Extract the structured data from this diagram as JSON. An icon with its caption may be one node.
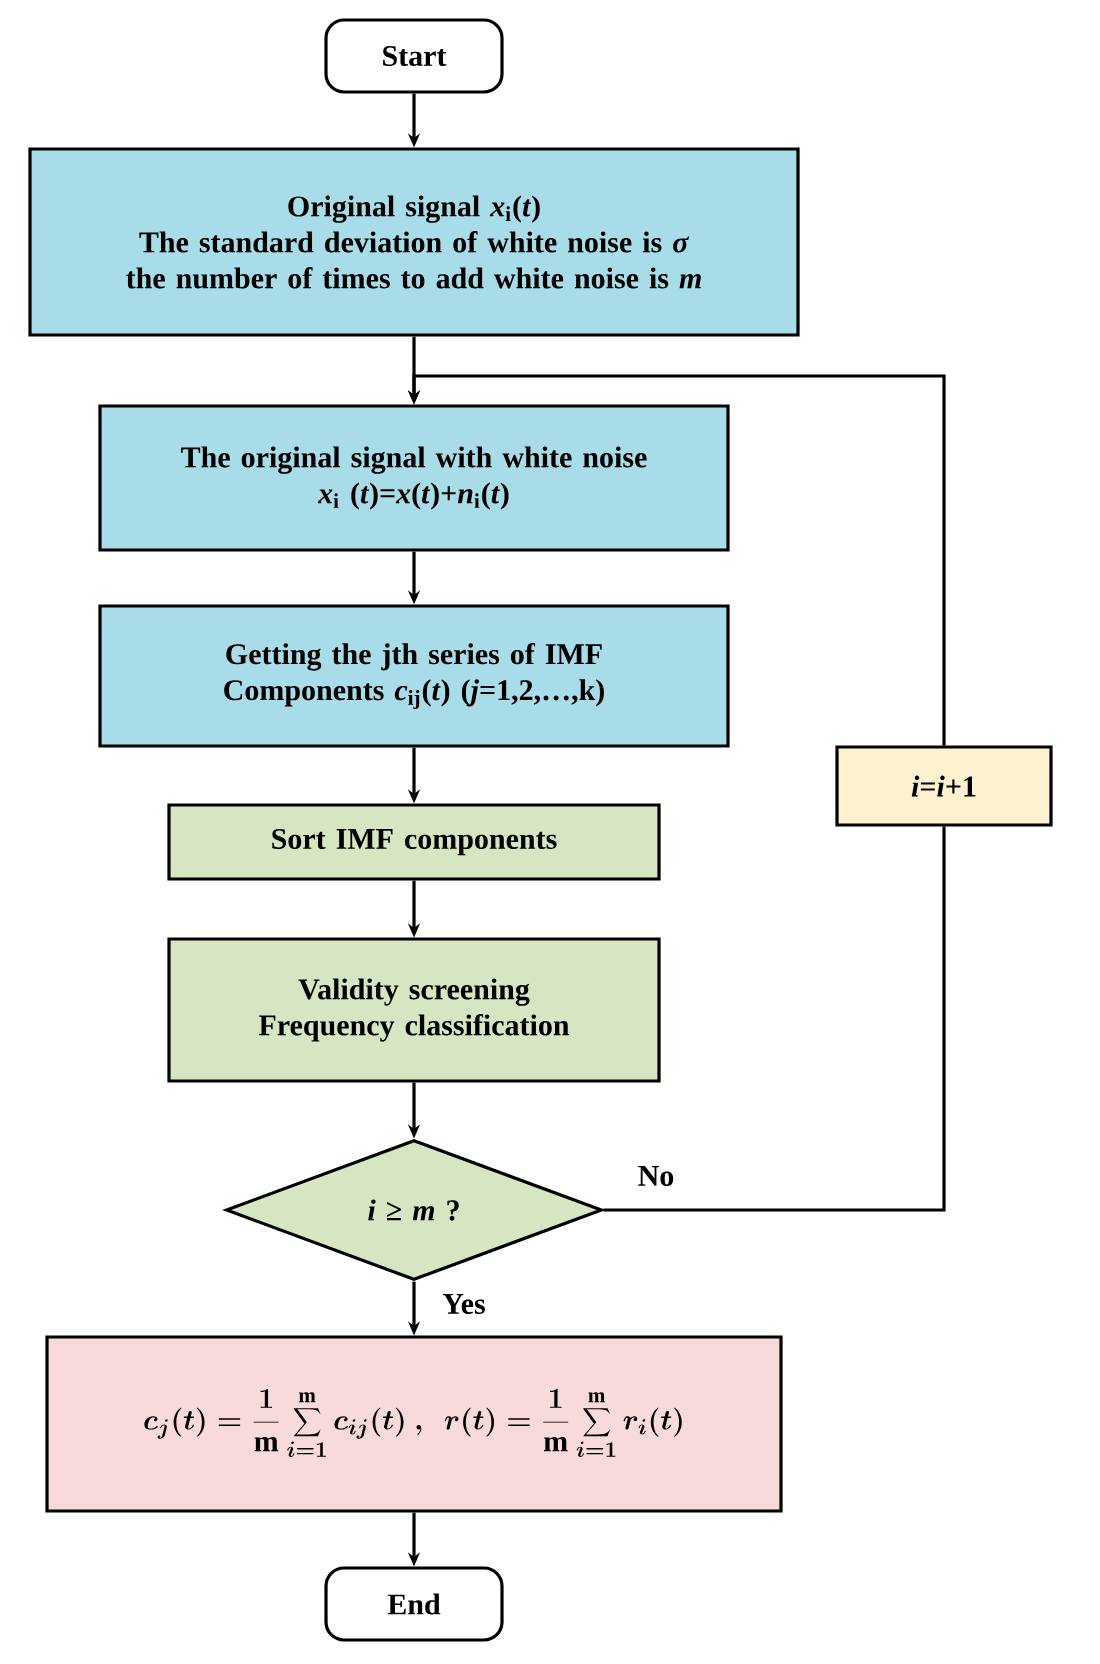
{
  "diagram": {
    "nodes": [
      {
        "text": [
          "Start"
        ]
      },
      {
        "text": [
          "Original signal *x*$_{i}$(*t*)",
          "The standard deviation of white noise is *σ*",
          "the number of times to add white noise is *m*"
        ]
      },
      {
        "text": [
          "The original signal with white noise",
          "*x*$_{i}$ (*t*)=*x*(*t*)+*n*$_{i}$(*t*)"
        ]
      },
      {
        "text": [
          "Getting the jth series of IMF Components *c*$_{ij}$(*t*) (*j*=1,2,…,k)"
        ]
      },
      {
        "text": [
          "Sort IMF components"
        ]
      },
      {
        "text": [
          "Validity screening Frequency classification"
        ]
      },
      {
        "text": [
          "*i* ≥ *m* ?"
        ]
      },
      {
        "text": [
          "c_j(t)=\\frac{1}{\\mathrm{m}}\\sum_{i=1}^{\\mathrm{m}} c_{ij}(t)\\ ,\\ \\ r(t)=\\frac{1}{\\mathrm{m}}\\sum_{i=1}^{\\mathrm{m}} r_i(t)"
        ]
      },
      {
        "text": [
          "End"
        ]
      },
      {
        "text": [
          "*i*=*i*+1"
        ]
      }
    ],
    "edges": [
      {
        "from": 0,
        "to": 1,
        "arrow": "to"
      },
      {
        "from": 1,
        "to": 2,
        "arrow": "to"
      },
      {
        "from": 2,
        "to": 3,
        "arrow": "to"
      },
      {
        "from": 3,
        "to": 4,
        "arrow": "to"
      },
      {
        "from": 4,
        "to": 5,
        "arrow": "to"
      },
      {
        "from": 5,
        "to": 6,
        "arrow": "to"
      },
      {
        "from": 6,
        "to": 7,
        "label": "Yes",
        "arrow": "to"
      },
      {
        "from": 7,
        "to": 8,
        "arrow": "to"
      },
      {
        "from": 6,
        "to": 9,
        "label": "No",
        "arrow": "none"
      },
      {
        "from": 9,
        "to": 2,
        "arrow": "to"
      }
    ]
  }
}
